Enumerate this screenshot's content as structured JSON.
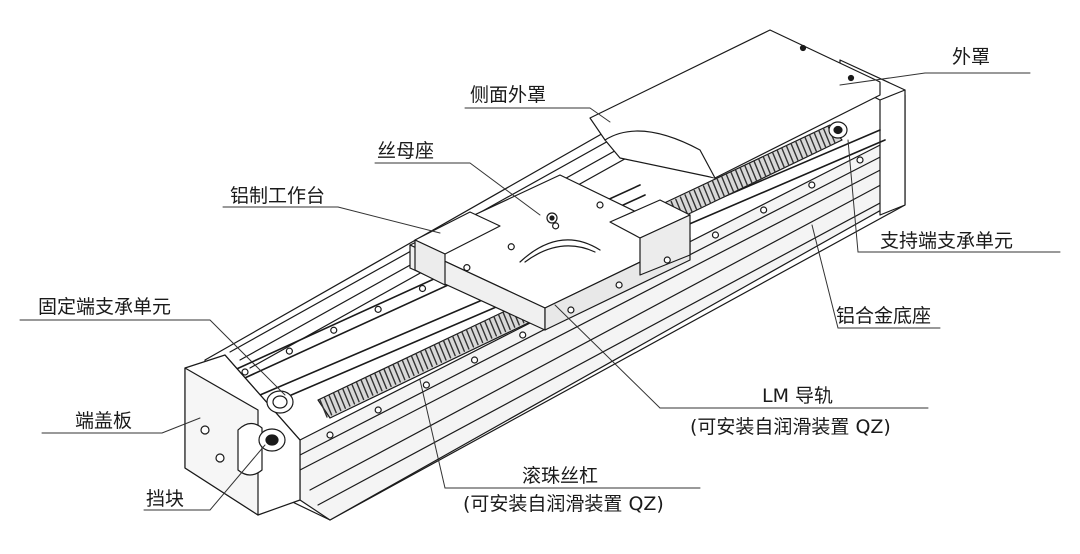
{
  "labels": {
    "outer_cover": "外罩",
    "side_cover": "侧面外罩",
    "nut_seat": "丝母座",
    "aluminum_table": "铝制工作台",
    "support_end_unit": "支持端支承单元",
    "fixed_end_unit": "固定端支承单元",
    "aluminum_base": "铝合金底座",
    "end_cover_plate": "端盖板",
    "lm_guide": "LM 导轨",
    "lm_guide_note": "(可安装自润滑装置 QZ)",
    "ball_screw": "滚珠丝杠",
    "ball_screw_note": "(可安装自润滑装置 QZ)",
    "stopper": "挡块"
  },
  "colors": {
    "line": "#1a1a1a",
    "fill": "#ffffff",
    "shade": "#e6e6e6",
    "dark": "#4a4a4a"
  }
}
